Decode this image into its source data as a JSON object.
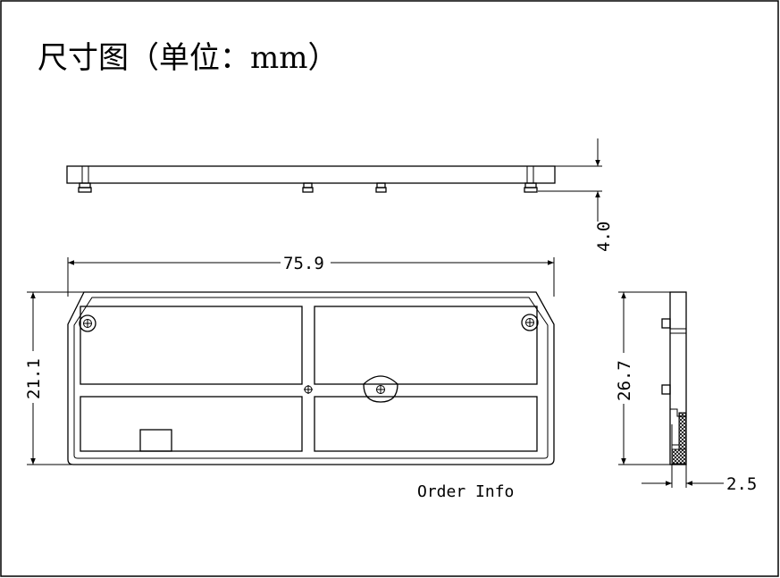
{
  "title": "尺寸图（单位：mm）",
  "dimensions": {
    "width": "75.9",
    "height": "21.1",
    "thickness": "4.0",
    "side_height": "26.7",
    "side_depth": "2.5"
  },
  "note": "Order Info"
}
